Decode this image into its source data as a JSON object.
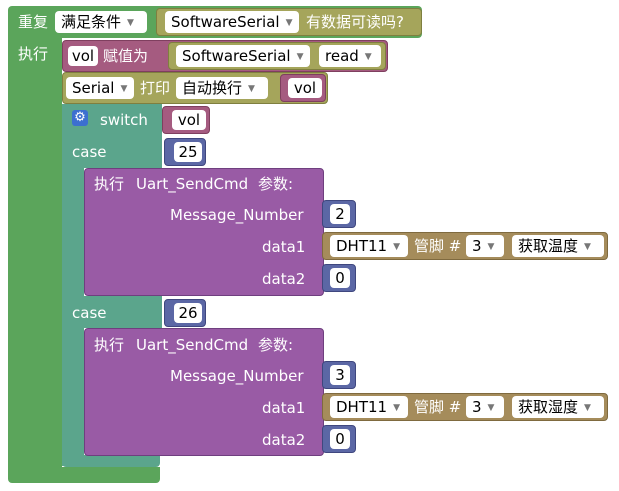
{
  "while_block": {
    "repeat_label": "重复",
    "mode_value": "满足条件",
    "object_value": "SoftwareSerial",
    "condition_label": "有数据可读吗?",
    "do_label": "执行"
  },
  "assign_block": {
    "var_name": "vol",
    "assign_label": "赋值为",
    "object_value": "SoftwareSerial",
    "method_value": "read"
  },
  "print_block": {
    "object_value": "Serial",
    "print_label": "打印",
    "mode_value": "自动换行",
    "var_name": "vol"
  },
  "switch_block": {
    "switch_label": "switch",
    "var_name": "vol",
    "cases": [
      {
        "case_label": "case",
        "value": "25",
        "call": {
          "do_label": "执行",
          "func_name": "Uart_SendCmd",
          "params_label": "参数:",
          "param1_label": "Message_Number",
          "param1_value": "2",
          "param2_label": "data1",
          "sensor_value": "DHT11",
          "pin_label": "管脚 #",
          "pin_value": "3",
          "read_value": "获取温度",
          "param3_label": "data2",
          "param3_value": "0"
        }
      },
      {
        "case_label": "case",
        "value": "26",
        "call": {
          "do_label": "执行",
          "func_name": "Uart_SendCmd",
          "params_label": "参数:",
          "param1_label": "Message_Number",
          "param1_value": "3",
          "param2_label": "data1",
          "sensor_value": "DHT11",
          "pin_label": "管脚 #",
          "pin_value": "3",
          "read_value": "获取湿度",
          "param3_label": "data2",
          "param3_value": "0"
        }
      }
    ]
  },
  "icons": {
    "dropdown": "chevron-down-icon",
    "settings": "gear-icon"
  }
}
